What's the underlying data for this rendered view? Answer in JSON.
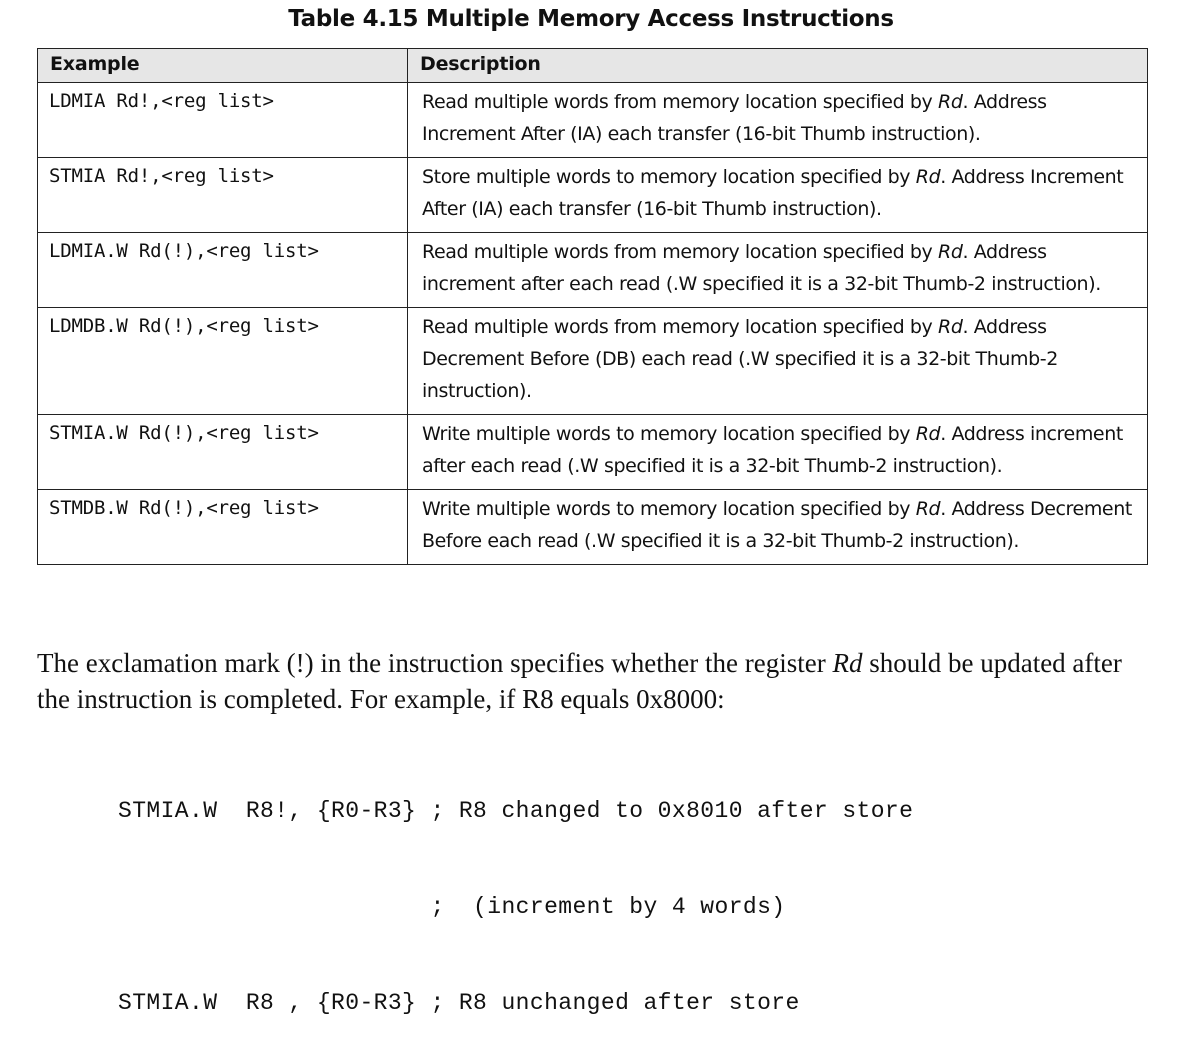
{
  "caption": "Table 4.15  Multiple Memory Access Instructions",
  "table": {
    "headers": [
      "Example",
      "Description"
    ],
    "rows": [
      {
        "example": "LDMIA Rd!,<reg list>",
        "desc_pre": "Read multiple words from memory location specified by ",
        "desc_reg": "Rd",
        "desc_post": ". Address Increment After (IA) each transfer (16-bit Thumb instruction)."
      },
      {
        "example": "STMIA Rd!,<reg list>",
        "desc_pre": "Store multiple words to memory location specified by ",
        "desc_reg": "Rd",
        "desc_post": ". Address Increment After (IA) each transfer (16-bit Thumb instruction)."
      },
      {
        "example": "LDMIA.W Rd(!),<reg list>",
        "desc_pre": "Read multiple words from memory location specified by ",
        "desc_reg": "Rd",
        "desc_post": ". Address increment after each read (.W specified it is a 32-bit Thumb-2 instruction)."
      },
      {
        "example": "LDMDB.W Rd(!),<reg list>",
        "desc_pre": "Read multiple words from memory location specified by ",
        "desc_reg": "Rd",
        "desc_post": ". Address Decrement Before (DB) each read (.W specified it is a 32-bit Thumb-2 instruction)."
      },
      {
        "example": "STMIA.W Rd(!),<reg list>",
        "desc_pre": "Write multiple words to memory location specified by ",
        "desc_reg": "Rd",
        "desc_post": ". Address increment after each read (.W specified it is a 32-bit Thumb-2 instruction)."
      },
      {
        "example": "STMDB.W Rd(!),<reg list>",
        "desc_pre": "Write multiple words to memory location specified by ",
        "desc_reg": "Rd",
        "desc_post": ". Address Decrement Before each read (.W specified it is a 32-bit Thumb-2 instruction)."
      }
    ]
  },
  "paragraph": {
    "pre": "The exclamation mark (!) in the instruction specifies whether the register ",
    "reg": "Rd",
    "post": " should be updated after the instruction is completed. For example, if R8 equals 0x8000:"
  },
  "code_lines": [
    "STMIA.W  R8!, {R0-R3} ; R8 changed to 0x8010 after store",
    "                      ;  (increment by 4 words)",
    "STMIA.W  R8 , {R0-R3} ; R8 unchanged after store"
  ]
}
